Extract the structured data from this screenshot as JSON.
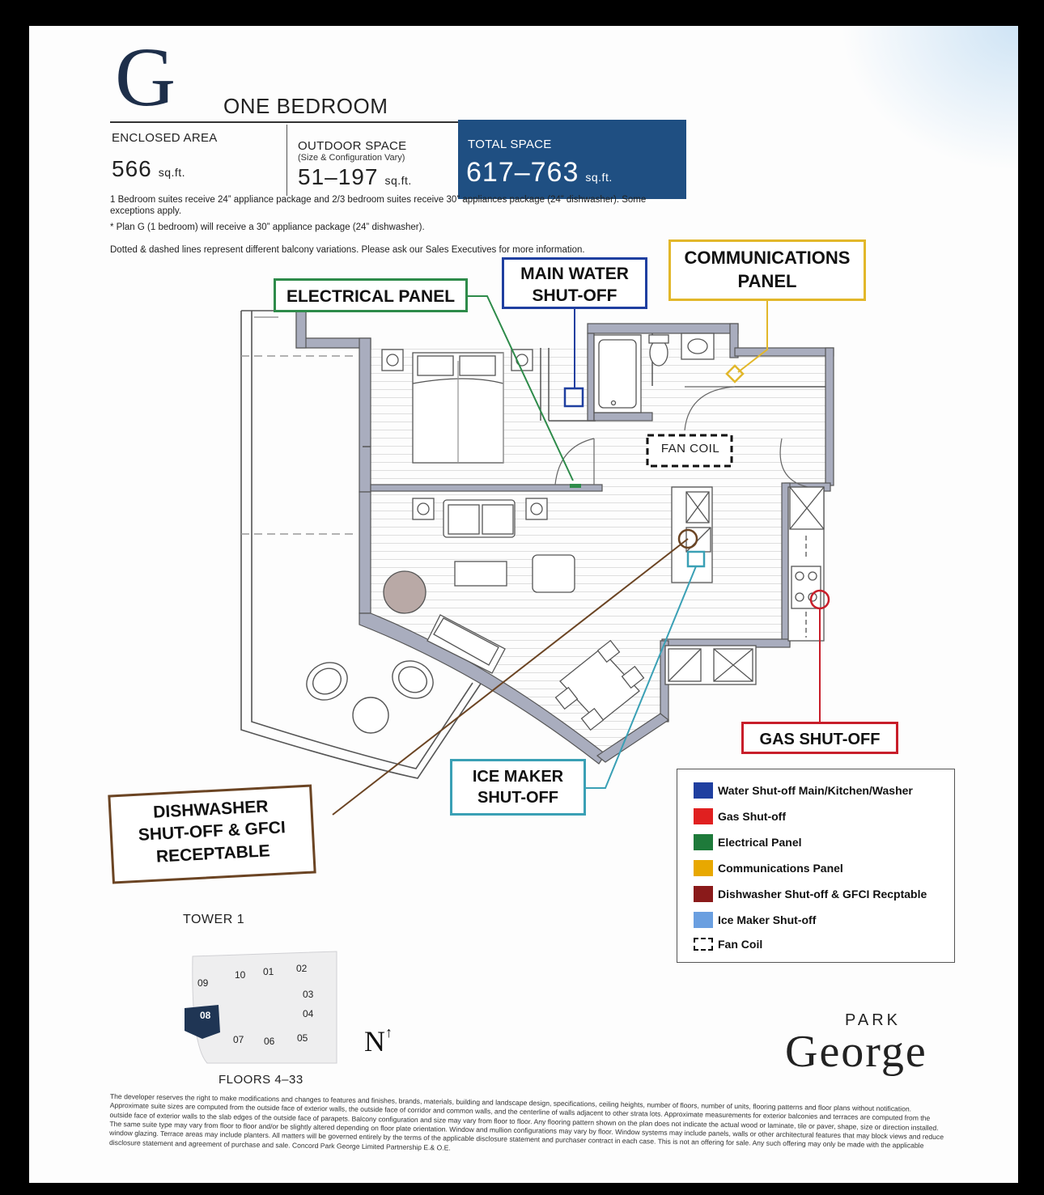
{
  "header": {
    "plan_letter": "G",
    "plan_type": "ONE BEDROOM",
    "enclosed": {
      "label": "ENCLOSED AREA",
      "value": "566",
      "unit": "sq.ft."
    },
    "outdoor": {
      "label": "OUTDOOR SPACE",
      "sublabel": "(Size & Configuration Vary)",
      "value": "51–197",
      "unit": "sq.ft."
    },
    "total": {
      "label": "TOTAL SPACE",
      "value": "617–763",
      "unit": "sq.ft."
    }
  },
  "notes": {
    "line1": "1 Bedroom suites receive 24” appliance package and 2/3 bedroom suites receive 30” appliances package (24” dishwasher). Some exceptions apply.",
    "line2": "* Plan G (1 bedroom) will receive a 30” appliance package (24” dishwasher).",
    "line3": "Dotted & dashed lines represent different balcony variations. Please ask our Sales Executives for more information."
  },
  "callouts": {
    "electrical_panel": "ELECTRICAL PANEL",
    "main_water_1": "MAIN WATER",
    "main_water_2": "SHUT-OFF",
    "communications_1": "COMMUNICATIONS",
    "communications_2": "PANEL",
    "fan_coil": "FAN COIL",
    "gas_shutoff": "GAS SHUT-OFF",
    "ice_maker_1": "ICE MAKER",
    "ice_maker_2": "SHUT-OFF",
    "dishwasher_1": "DISHWASHER",
    "dishwasher_2": "SHUT-OFF & GFCI",
    "dishwasher_3": "RECEPTABLE"
  },
  "legend": {
    "items": [
      {
        "label": "Water Shut-off Main/Kitchen/Washer",
        "color": "#1f3fa0"
      },
      {
        "label": "Gas Shut-off",
        "color": "#e02020"
      },
      {
        "label": "Electrical Panel",
        "color": "#1e7a3a"
      },
      {
        "label": "Communications Panel",
        "color": "#e8a800"
      },
      {
        "label": "Dishwasher Shut-off & GFCI Recptable",
        "color": "#8a1a1a"
      },
      {
        "label": "Ice Maker Shut-off",
        "color": "#6a9fe0"
      },
      {
        "label": "Fan Coil",
        "color": "dashed"
      }
    ]
  },
  "colors": {
    "water": "#1f3fa0",
    "gas": "#c81e2a",
    "electrical": "#2e8b4a",
    "communications": "#e2b72a",
    "dishwasher": "#6b4423",
    "ice_maker": "#3aa0b5",
    "total_box": "#1f4f82",
    "wall": "#a9adbe"
  },
  "keyplan": {
    "tower": "TOWER 1",
    "floors": "FLOORS 4–33",
    "suites": [
      "09",
      "10",
      "01",
      "02",
      "03",
      "04",
      "05",
      "06",
      "07"
    ],
    "highlighted": "08"
  },
  "north_label": "N",
  "brand": {
    "park": "PARK",
    "name": "George"
  },
  "disclaimer": "The developer reserves the right to make modifications and changes to features and finishes, brands, materials, building and landscape design, specifications, ceiling heights, number of floors, number of units, flooring patterns and floor plans without notification. Approximate suite sizes are computed from the outside face of exterior walls, the outside face of corridor and common walls, and the centerline of walls adjacent to other strata lots. Approximate measurements for exterior balconies and terraces are computed from the outside face of exterior walls to the slab edges of the outside face of parapets. Balcony configuration and size may vary from floor to floor. Any flooring pattern shown on the plan does not indicate the actual wood or laminate, tile or paver, shape, size or direction installed. The same suite type may vary from floor to floor and/or be slightly altered depending on floor plate orientation. Window and mullion configurations may vary by floor. Window systems may include panels, walls or other architectural features that may block views and reduce window glazing. Terrace areas may include planters. All matters will be governed entirely by the terms of the applicable disclosure statement and purchaser contract in each case. This is not an offering for sale. Any such offering may only be made with the applicable disclosure statement and agreement of purchase and sale. Concord Park George Limited Partnership E.& O.E."
}
